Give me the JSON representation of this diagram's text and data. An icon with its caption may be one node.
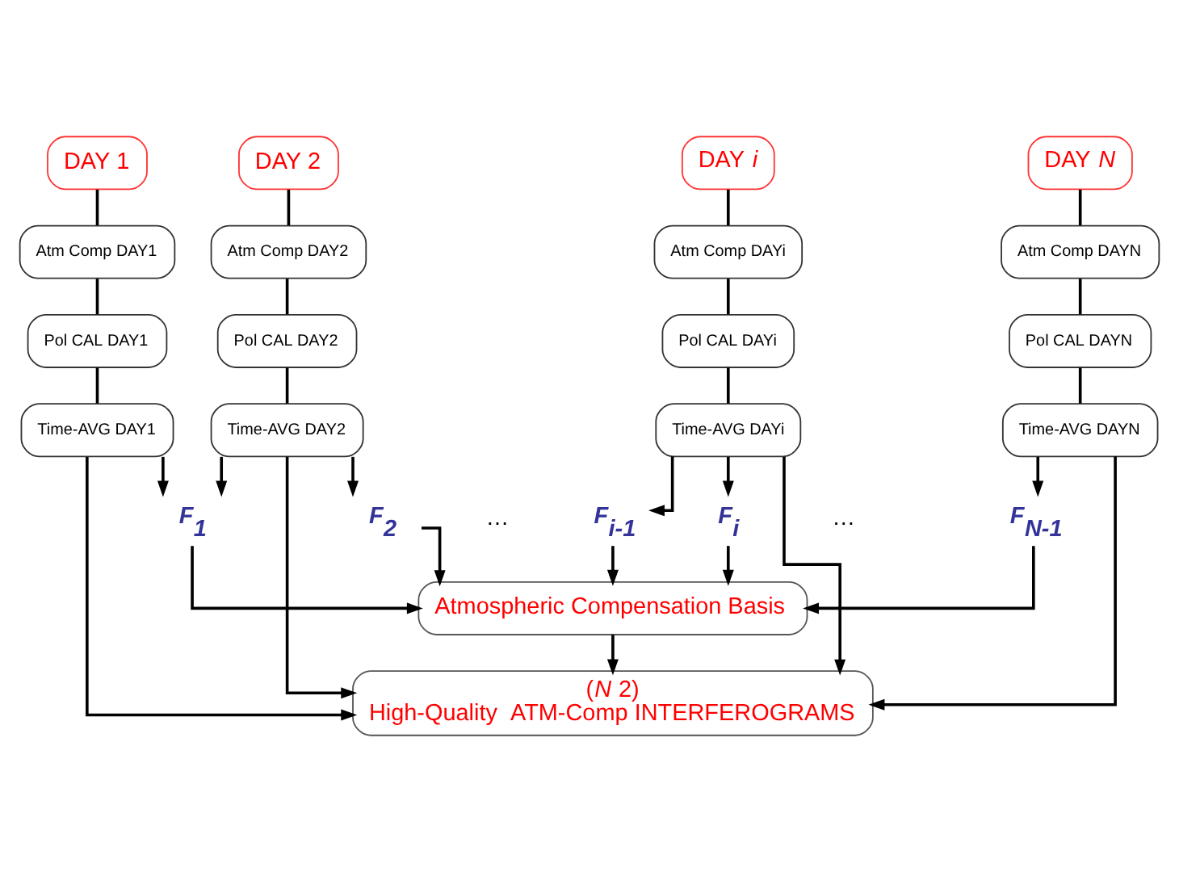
{
  "diagram": {
    "nodes": [
      {
        "text": [
          "DAY 1"
        ]
      },
      {
        "text": [
          "DAY 2"
        ]
      },
      {
        "text": [
          "DAY *i*"
        ]
      },
      {
        "text": [
          "DAY *N*"
        ]
      },
      {
        "text": [
          "Atm Comp DAY1"
        ]
      },
      {
        "text": [
          "Atm Comp DAY2"
        ]
      },
      {
        "text": [
          "Atm Comp DAYi"
        ]
      },
      {
        "text": [
          "Atm Comp DAYN"
        ]
      },
      {
        "text": [
          "Pol CAL DAY1"
        ]
      },
      {
        "text": [
          "Pol CAL DAY2"
        ]
      },
      {
        "text": [
          "Pol CAL DAYi"
        ]
      },
      {
        "text": [
          "Pol CAL DAYN"
        ]
      },
      {
        "text": [
          "Time-AVG DAY1"
        ]
      },
      {
        "text": [
          "Time-AVG DAY2"
        ]
      },
      {
        "text": [
          "Time-AVG DAYi"
        ]
      },
      {
        "text": [
          "Time-AVG DAYN"
        ]
      },
      {
        "text": [
          "F$_{1}$"
        ]
      },
      {
        "text": [
          "F$_{2}$"
        ]
      },
      {
        "text": [
          "F$_{i-1}$"
        ]
      },
      {
        "text": [
          "F$_{i}$"
        ]
      },
      {
        "text": [
          "F$_{N-1}$"
        ]
      },
      {
        "text": [
          "Atmospheric Compensation Basis"
        ]
      },
      {
        "text": [
          "(*N* 2)",
          "High-Quality  ATM-Comp INTERFEROGRAMS"
        ]
      }
    ],
    "edges": [
      {
        "from": 0,
        "to": 4,
        "arrow": "none"
      },
      {
        "from": 1,
        "to": 5,
        "arrow": "none"
      },
      {
        "from": 2,
        "to": 6,
        "arrow": "none"
      },
      {
        "from": 3,
        "to": 7,
        "arrow": "none"
      },
      {
        "from": 4,
        "to": 8,
        "arrow": "none"
      },
      {
        "from": 5,
        "to": 9,
        "arrow": "none"
      },
      {
        "from": 6,
        "to": 10,
        "arrow": "none"
      },
      {
        "from": 7,
        "to": 11,
        "arrow": "none"
      },
      {
        "from": 8,
        "to": 12,
        "arrow": "none"
      },
      {
        "from": 9,
        "to": 13,
        "arrow": "none"
      },
      {
        "from": 10,
        "to": 14,
        "arrow": "none"
      },
      {
        "from": 11,
        "to": 15,
        "arrow": "none"
      },
      {
        "from": 12,
        "to": 16,
        "arrow": "to"
      },
      {
        "from": 12,
        "to": 22,
        "arrow": "to"
      },
      {
        "from": 13,
        "to": 16,
        "arrow": "to"
      },
      {
        "from": 13,
        "to": 17,
        "arrow": "to"
      },
      {
        "from": 13,
        "to": 22,
        "arrow": "to"
      },
      {
        "from": 14,
        "to": 18,
        "arrow": "to"
      },
      {
        "from": 14,
        "to": 19,
        "arrow": "to"
      },
      {
        "from": 14,
        "to": 22,
        "arrow": "to"
      },
      {
        "from": 15,
        "to": 20,
        "arrow": "to"
      },
      {
        "from": 15,
        "to": 22,
        "arrow": "to"
      },
      {
        "from": 16,
        "to": 21,
        "arrow": "to"
      },
      {
        "from": 17,
        "to": 21,
        "arrow": "to"
      },
      {
        "from": 18,
        "to": 21,
        "arrow": "to"
      },
      {
        "from": 19,
        "to": 21,
        "arrow": "to"
      },
      {
        "from": 20,
        "to": 21,
        "arrow": "to"
      },
      {
        "from": 21,
        "to": 22,
        "arrow": "to"
      }
    ],
    "labels": [
      "…",
      "…"
    ]
  }
}
